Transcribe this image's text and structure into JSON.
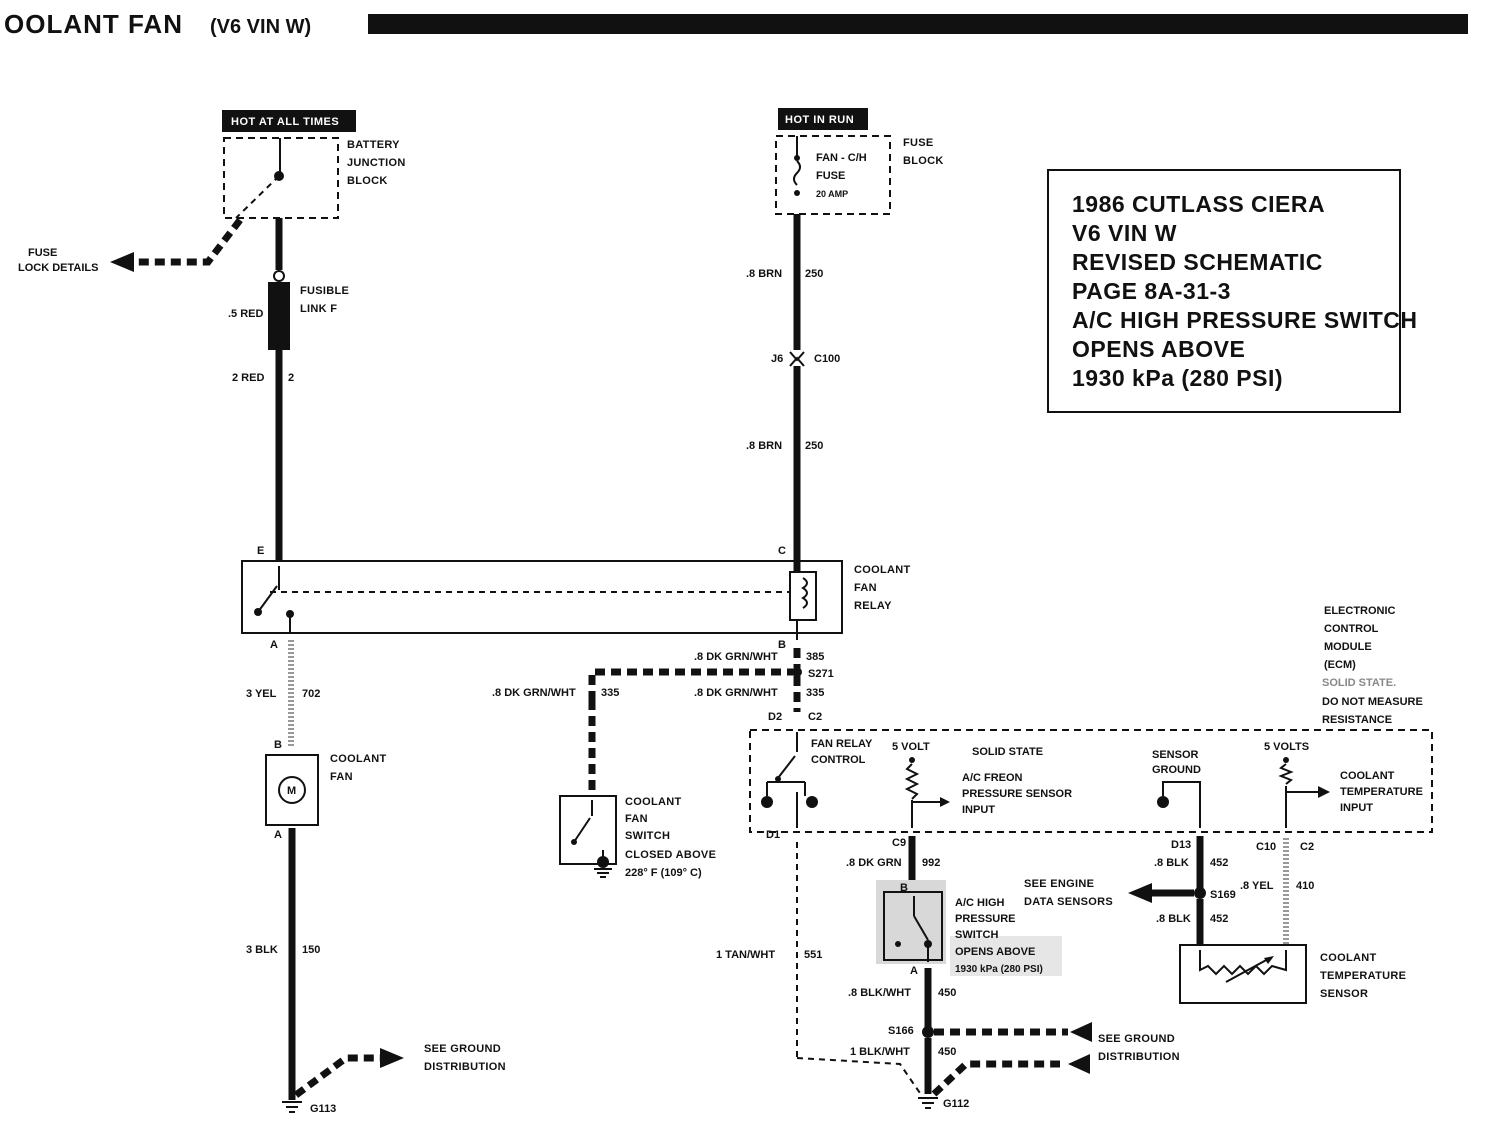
{
  "header": {
    "title": "OOLANT FAN",
    "subtitle": "(V6 VIN W)"
  },
  "note": {
    "lines": [
      "1986 CUTLASS CIERA",
      "V6 VIN W",
      "REVISED SCHEMATIC",
      "PAGE 8A-31-3",
      "A/C HIGH PRESSURE SWITCH",
      "OPENS ABOVE",
      "1930 kPa (280 PSI)"
    ]
  },
  "left_circuit": {
    "hot_tag": "HOT AT ALL TIMES",
    "battery_block": [
      "BATTERY",
      "JUNCTION",
      "BLOCK"
    ],
    "fuse_details": [
      "FUSE",
      "LOCK DETAILS"
    ],
    "fusible_link": [
      "FUSIBLE",
      "LINK F"
    ],
    "wire1": {
      "label": ".5 RED"
    },
    "wire2": {
      "label": "2 RED",
      "circuit": "2"
    },
    "pin_e": "E",
    "pin_a": "A",
    "wire3": {
      "label": "3 YEL",
      "circuit": "702"
    },
    "fan_pin_b": "B",
    "fan_pin_a": "A",
    "fan_motor": "M",
    "coolant_fan": [
      "COOLANT",
      "FAN"
    ],
    "wire4": {
      "label": "3 BLK",
      "circuit": "150"
    },
    "ground": "G113",
    "ground_note": [
      "SEE GROUND",
      "DISTRIBUTION"
    ]
  },
  "center_circuit": {
    "hot_tag": "HOT IN RUN",
    "fuse_block": [
      "FUSE",
      "BLOCK"
    ],
    "fuse_name": [
      "FAN - C/H",
      "FUSE",
      "20 AMP"
    ],
    "wire1": {
      "label": ".8 BRN",
      "circuit": "250"
    },
    "connector": {
      "pin": "J6",
      "name": "C100"
    },
    "wire2": {
      "label": ".8 BRN",
      "circuit": "250"
    },
    "pin_c": "C",
    "pin_b": "B",
    "relay": [
      "COOLANT",
      "FAN",
      "RELAY"
    ],
    "wire3": {
      "label": ".8 DK GRN/WHT",
      "circuit": "385"
    },
    "splice": "S271",
    "wire4": {
      "label": ".8 DK GRN/WHT",
      "circuit": "335"
    },
    "wire5": {
      "label": ".8 DK GRN/WHT",
      "circuit": "335"
    },
    "pin_d2": "D2",
    "pin_c2": "C2",
    "fan_switch": [
      "COOLANT",
      "FAN",
      "SWITCH",
      "CLOSED ABOVE",
      "228° F (109° C)"
    ]
  },
  "ecm": {
    "label": [
      "ELECTRONIC",
      "CONTROL",
      "MODULE",
      "(ECM)",
      "SOLID STATE.",
      "DO NOT MEASURE",
      "RESISTANCE"
    ],
    "fan_relay_control": [
      "FAN RELAY",
      "CONTROL"
    ],
    "five_volt": "5 VOLT",
    "solid_state": "SOLID STATE",
    "freon_input": [
      "A/C FREON",
      "PRESSURE SENSOR",
      "INPUT"
    ],
    "sensor_ground": [
      "SENSOR",
      "GROUND"
    ],
    "five_volts": "5 VOLTS",
    "temp_input": [
      "COOLANT",
      "TEMPERATURE",
      "INPUT"
    ],
    "pin_d1": "D1",
    "pin_c9": "C9",
    "pin_d13": "D13",
    "pin_c10": "C10",
    "pin_c2b": "C2"
  },
  "right_circuit": {
    "wire_c9": {
      "label": ".8 DK GRN",
      "circuit": "992"
    },
    "engine_note": [
      "SEE ENGINE",
      "DATA SENSORS"
    ],
    "hp_switch": [
      "A/C HIGH",
      "PRESSURE",
      "SWITCH",
      "OPENS ABOVE",
      "1930 kPa (280 PSI)"
    ],
    "hp_pin_b": "B",
    "hp_pin_a": "A",
    "wire_hp": {
      "label": ".8 BLK/WHT",
      "circuit": "450"
    },
    "splice_s166": "S166",
    "wire_s166": {
      "label": "1 BLK/WHT",
      "circuit": "450"
    },
    "ground_note": [
      "SEE GROUND",
      "DISTRIBUTION"
    ],
    "ground": "G112",
    "wire_d1": {
      "label": "1 TAN/WHT",
      "circuit": "551"
    },
    "wire_d13a": {
      "label": ".8 BLK",
      "circuit": "452"
    },
    "splice_s169": "S169",
    "wire_d13b": {
      "label": ".8 BLK",
      "circuit": "452"
    },
    "wire_c10": {
      "label": ".8 YEL",
      "circuit": "410"
    },
    "temp_sensor": [
      "COOLANT",
      "TEMPERATURE",
      "SENSOR"
    ]
  }
}
